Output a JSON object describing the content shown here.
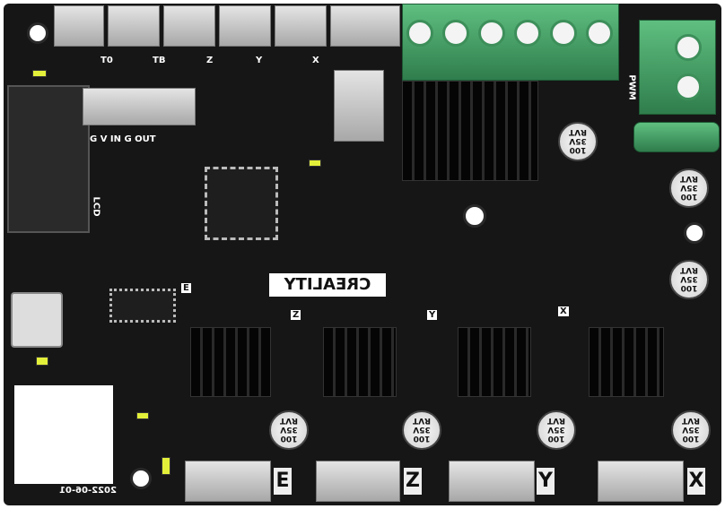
{
  "board": {
    "brand": "CREALITY",
    "date": "2022-06-01",
    "lcd_label": "LCD",
    "power_label": "G V IN G OUT",
    "top_connector_labels": [
      "T0",
      "TB",
      "Z",
      "Y",
      "X"
    ],
    "driver_labels": [
      "E",
      "Z",
      "Y",
      "X"
    ],
    "bottom_connector_labels": [
      "E",
      "Z",
      "Y",
      "X"
    ],
    "capacitor_text": [
      "100",
      "35V",
      "RVT"
    ],
    "fan_label": "PWM",
    "colors": {
      "pcb": "#161616",
      "terminal": "#3d8f5a",
      "silkscreen": "#ffffff",
      "led": "#e3f03a"
    }
  }
}
